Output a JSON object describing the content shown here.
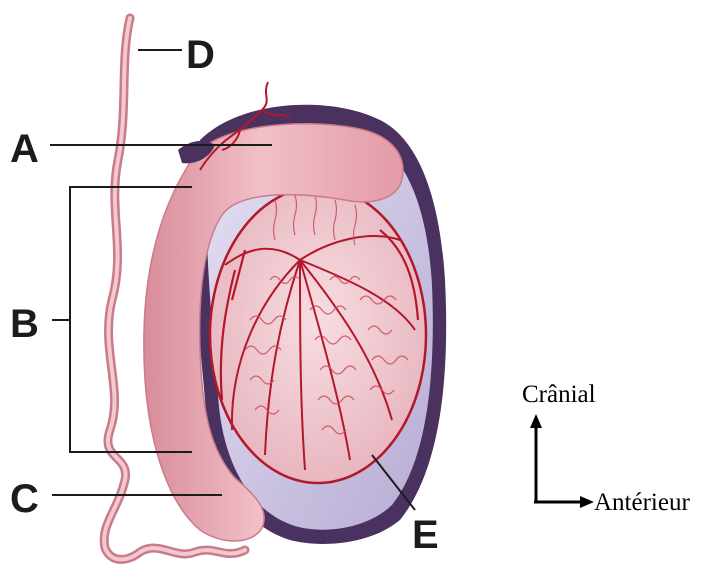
{
  "labels": {
    "a": "A",
    "b": "B",
    "c": "C",
    "d": "D",
    "e": "E"
  },
  "orientation": {
    "vertical": "Crânial",
    "horizontal": "Antérieur"
  },
  "colors": {
    "tissue_pink": "#e9a6b0",
    "tissue_light": "#f4c6cc",
    "vessel_red": "#b3182a",
    "tunica_purple": "#4a3160",
    "tunica_lavender": "#c9c3e0"
  }
}
